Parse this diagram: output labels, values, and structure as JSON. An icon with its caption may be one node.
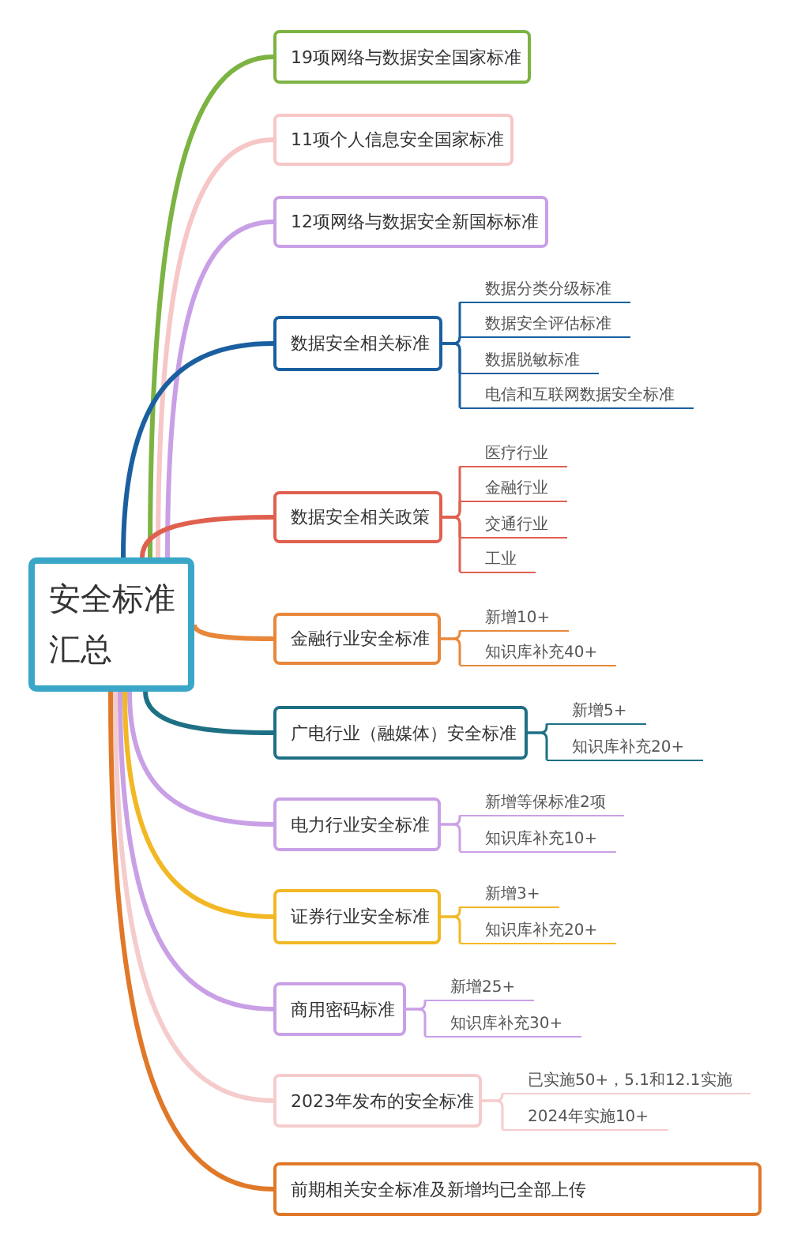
{
  "diagram": {
    "nodes": [
      {
        "text": [
          "安全标准汇总"
        ]
      },
      {
        "text": [
          "19项网络与数据安全国家标准"
        ]
      },
      {
        "text": [
          "11项个人信息安全国家标准"
        ]
      },
      {
        "text": [
          "12项网络与数据安全新国标标准"
        ]
      },
      {
        "text": [
          "数据安全相关标准"
        ]
      },
      {
        "text": [
          "数据分类分级标准"
        ]
      },
      {
        "text": [
          "数据安全评估标准"
        ]
      },
      {
        "text": [
          "数据脱敏标准"
        ]
      },
      {
        "text": [
          "电信和互联网数据安全标准"
        ]
      },
      {
        "text": [
          "数据安全相关政策"
        ]
      },
      {
        "text": [
          "医疗行业"
        ]
      },
      {
        "text": [
          "金融行业"
        ]
      },
      {
        "text": [
          "交通行业"
        ]
      },
      {
        "text": [
          "工业"
        ]
      },
      {
        "text": [
          "金融行业安全标准"
        ]
      },
      {
        "text": [
          "新增10+"
        ]
      },
      {
        "text": [
          "知识库补充40+"
        ]
      },
      {
        "text": [
          "广电行业（融媒体）安全标准"
        ]
      },
      {
        "text": [
          "新增5+"
        ]
      },
      {
        "text": [
          "知识库补充20+"
        ]
      },
      {
        "text": [
          "电力行业安全标准"
        ]
      },
      {
        "text": [
          "新增等保标准2项"
        ]
      },
      {
        "text": [
          "知识库补充10+"
        ]
      },
      {
        "text": [
          "证券行业安全标准"
        ]
      },
      {
        "text": [
          "新增3+"
        ]
      },
      {
        "text": [
          "知识库补充20+"
        ]
      },
      {
        "text": [
          "商用密码标准"
        ]
      },
      {
        "text": [
          "新增25+"
        ]
      },
      {
        "text": [
          "知识库补充30+"
        ]
      },
      {
        "text": [
          "2023年发布的安全标准"
        ]
      },
      {
        "text": [
          "已实施50+，5.1和12.1实施"
        ]
      },
      {
        "text": [
          "2024年实施10+"
        ]
      },
      {
        "text": [
          "前期相关安全标准及新增均已全部上传"
        ]
      }
    ],
    "edges": [
      {
        "from": 0,
        "to": 1,
        "arrow": "none",
        "style": "thick",
        "color": "#7cb342"
      },
      {
        "from": 0,
        "to": 2,
        "arrow": "none",
        "style": "thick",
        "color": "#f7c6c6"
      },
      {
        "from": 0,
        "to": 3,
        "arrow": "none",
        "style": "thick",
        "color": "#c9a0e6"
      },
      {
        "from": 0,
        "to": 4,
        "arrow": "none",
        "style": "thick",
        "color": "#1a5fa0"
      },
      {
        "from": 4,
        "to": 5,
        "arrow": "none",
        "color": "#1a5fa0"
      },
      {
        "from": 4,
        "to": 6,
        "arrow": "none",
        "color": "#1a5fa0"
      },
      {
        "from": 4,
        "to": 7,
        "arrow": "none",
        "color": "#1a5fa0"
      },
      {
        "from": 4,
        "to": 8,
        "arrow": "none",
        "color": "#1a5fa0"
      },
      {
        "from": 0,
        "to": 9,
        "arrow": "none",
        "style": "thick",
        "color": "#e06050"
      },
      {
        "from": 9,
        "to": 10,
        "arrow": "none",
        "color": "#e06050"
      },
      {
        "from": 9,
        "to": 11,
        "arrow": "none",
        "color": "#e06050"
      },
      {
        "from": 9,
        "to": 12,
        "arrow": "none",
        "color": "#e06050"
      },
      {
        "from": 9,
        "to": 13,
        "arrow": "none",
        "color": "#e06050"
      },
      {
        "from": 0,
        "to": 14,
        "arrow": "none",
        "style": "thick",
        "color": "#e8873a"
      },
      {
        "from": 14,
        "to": 15,
        "arrow": "none",
        "color": "#e8873a"
      },
      {
        "from": 14,
        "to": 16,
        "arrow": "none",
        "color": "#e8873a"
      },
      {
        "from": 0,
        "to": 17,
        "arrow": "none",
        "style": "thick",
        "color": "#1e7085"
      },
      {
        "from": 17,
        "to": 18,
        "arrow": "none",
        "color": "#1e7085"
      },
      {
        "from": 17,
        "to": 19,
        "arrow": "none",
        "color": "#1e7085"
      },
      {
        "from": 0,
        "to": 20,
        "arrow": "none",
        "style": "thick",
        "color": "#c9a0e6"
      },
      {
        "from": 20,
        "to": 21,
        "arrow": "none",
        "color": "#c9a0e6"
      },
      {
        "from": 20,
        "to": 22,
        "arrow": "none",
        "color": "#c9a0e6"
      },
      {
        "from": 0,
        "to": 23,
        "arrow": "none",
        "style": "thick",
        "color": "#f2b824"
      },
      {
        "from": 23,
        "to": 24,
        "arrow": "none",
        "color": "#f2b824"
      },
      {
        "from": 23,
        "to": 25,
        "arrow": "none",
        "color": "#f2b824"
      },
      {
        "from": 0,
        "to": 26,
        "arrow": "none",
        "style": "thick",
        "color": "#c9a0e6"
      },
      {
        "from": 26,
        "to": 27,
        "arrow": "none",
        "color": "#c9a0e6"
      },
      {
        "from": 26,
        "to": 28,
        "arrow": "none",
        "color": "#c9a0e6"
      },
      {
        "from": 0,
        "to": 29,
        "arrow": "none",
        "style": "thick",
        "color": "#f5cccc"
      },
      {
        "from": 29,
        "to": 30,
        "arrow": "none",
        "color": "#f5cccc"
      },
      {
        "from": 29,
        "to": 31,
        "arrow": "none",
        "color": "#f5cccc"
      },
      {
        "from": 0,
        "to": 32,
        "arrow": "none",
        "style": "thick",
        "color": "#e07828"
      }
    ]
  }
}
